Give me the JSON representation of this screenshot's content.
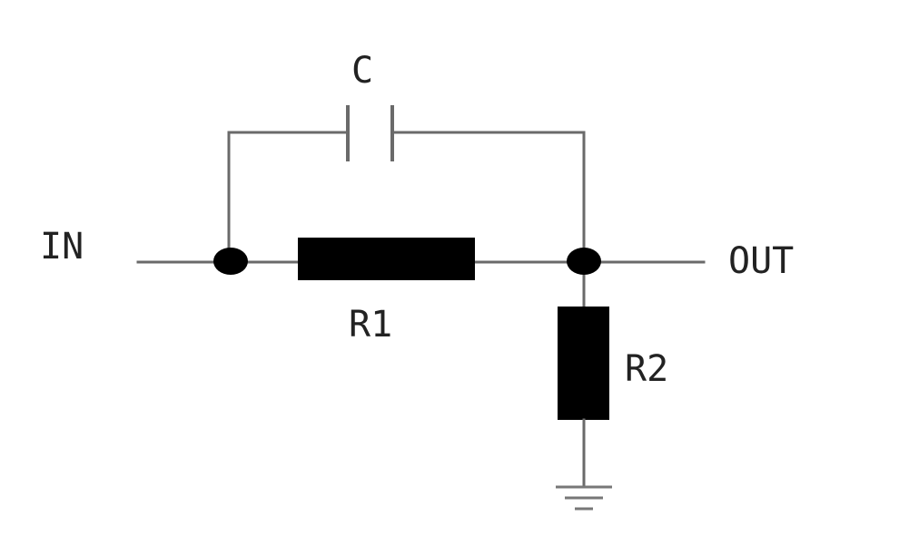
{
  "labels": {
    "input": "IN",
    "output": "OUT",
    "capacitor": "C",
    "resistor1": "R1",
    "resistor2": "R2"
  },
  "colors": {
    "wire": "#6a6a6a",
    "component": "#000000",
    "text": "#222222",
    "background": "#ffffff"
  }
}
